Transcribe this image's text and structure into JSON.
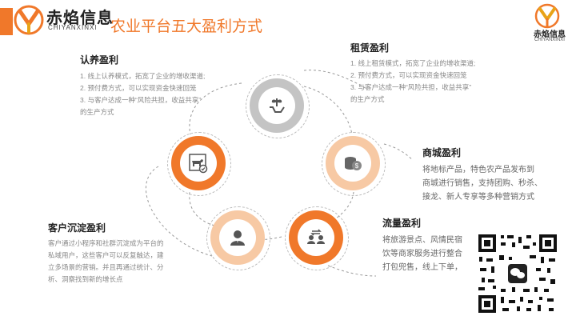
{
  "header": {
    "brand_cn": "赤焰信息",
    "brand_en": "CHIYANXINXI",
    "title": "农业平台五大盈利方式",
    "right_logo_cn": "赤焰信息",
    "right_logo_en": "CHIYANXINXI"
  },
  "sections": {
    "adoption": {
      "title": "认养盈利",
      "lines": [
        "1. 线上认养模式，拓宽了企业的增收渠道;",
        "2. 预付费方式，可以实现资金快速回笼",
        "3. 与客户达成一种“风险共担，收益共享”",
        "的生产方式"
      ]
    },
    "lease": {
      "title": "租赁盈利",
      "lines": [
        "1. 线上租赁模式，拓宽了企业的增收渠道;",
        "2. 预付费方式，可以实现资金快速回笼",
        "3. 与客户达成一种“风险共担，收益共享”",
        "的生产方式"
      ]
    },
    "mall": {
      "title": "商城盈利",
      "lines": [
        "将地标产品，特色农产品发布到",
        "商城进行销售，支持团购、秒杀、",
        "接龙、新人专享等多种营销方式"
      ]
    },
    "traffic": {
      "title": "流量盈利",
      "lines": [
        "将旅游景点、风情民宿",
        "饮等商家服务进行整合",
        "打包兜售，线上下单，"
      ]
    },
    "retention": {
      "title": "客户沉淀盈利",
      "lines": [
        "客户通过小程序和社群沉淀成为平台的",
        "私域用户，这些客户可以反复触达，建",
        "立多场景的营销。并且再通过统计、分",
        "析、洞察找到新的增长点"
      ]
    }
  },
  "icons": {
    "lease": "hand-sprout-icon",
    "mall": "coins-icon",
    "traffic": "exchange-people-icon",
    "retention": "person-icon",
    "adoption": "livestock-icon"
  },
  "colors": {
    "accent": "#f0782a",
    "light_orange": "#f7c9a4",
    "gray_circle": "#c4c4c4",
    "text_gray": "#888888"
  }
}
